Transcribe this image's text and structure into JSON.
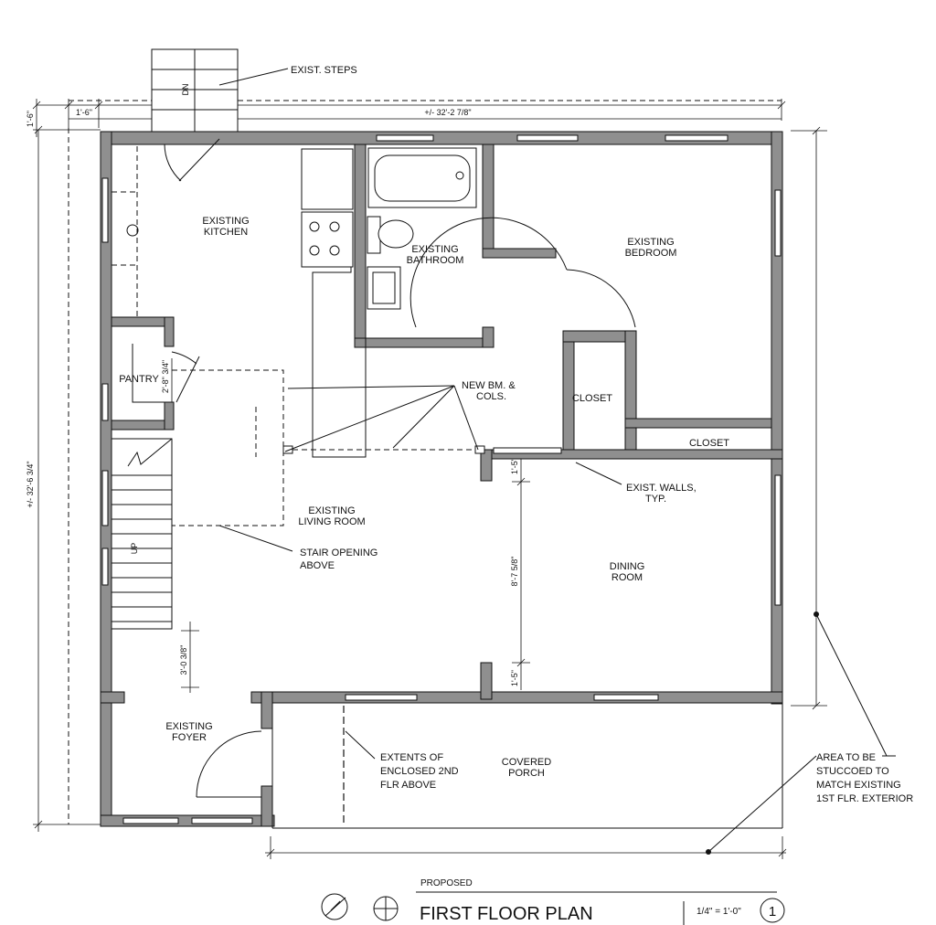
{
  "rooms": {
    "kitchen": [
      "EXISTING",
      "KITCHEN"
    ],
    "bathroom": [
      "EXISTING",
      "BATHROOM"
    ],
    "bedroom": [
      "EXISTING",
      "BEDROOM"
    ],
    "pantry": "PANTRY",
    "closet1": "CLOSET",
    "closet2": "CLOSET",
    "living": [
      "EXISTING",
      "LIVING ROOM"
    ],
    "dining": [
      "DINING",
      "ROOM"
    ],
    "foyer": [
      "EXISTING",
      "FOYER"
    ],
    "porch": [
      "COVERED",
      "PORCH"
    ]
  },
  "notes": {
    "steps": "EXIST. STEPS",
    "beam": [
      "NEW BM. &",
      "COLS."
    ],
    "walls": [
      "EXIST. WALLS,",
      "TYP."
    ],
    "stair_opening": [
      "STAIR OPENING",
      "ABOVE"
    ],
    "extents": [
      "EXTENTS OF",
      "ENCLOSED 2ND",
      "FLR ABOVE"
    ],
    "stucco": [
      "AREA TO BE",
      "STUCCOED TO",
      "MATCH EXISTING",
      "1ST FLR. EXTERIOR"
    ]
  },
  "stair_labels": {
    "dn": "DN",
    "up": "UP"
  },
  "dimensions": {
    "top_total": "+/- 32'-2 7/8\"",
    "top_left": "1'-6\"",
    "left_top": "1'-6\"",
    "left_total": "+/- 32'-6 3/4\"",
    "pantry_door": "2'-8\" 3/4\"",
    "dining_small_top": "1'-5\"",
    "dining_height": "8'-7 5/8\"",
    "dining_small_bottom": "1'-5\"",
    "foyer_dim": "3'-0 3/8\""
  },
  "title_block": {
    "proposed": "PROPOSED",
    "title": "FIRST FLOOR PLAN",
    "scale": "1/4\" = 1'-0\"",
    "number": "1"
  }
}
